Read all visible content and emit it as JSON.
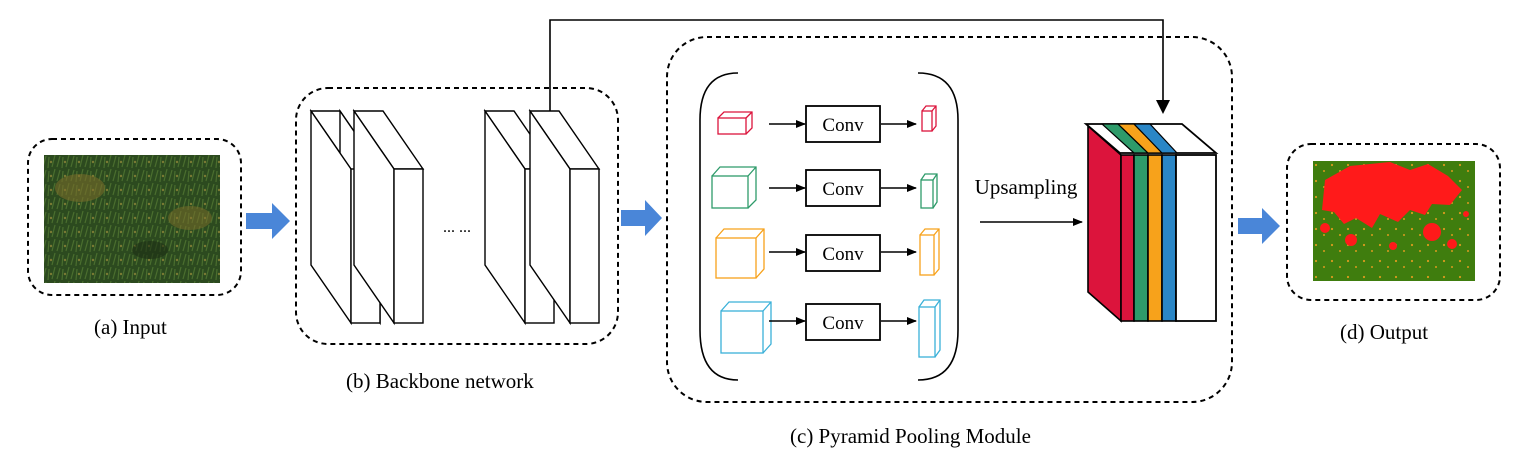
{
  "captions": {
    "input": "(a) Input",
    "backbone": "(b) Backbone network",
    "ppm": "(c) Pyramid Pooling Module",
    "output": "(d) Output"
  },
  "labels": {
    "conv": "Conv",
    "upsampling": "Upsampling",
    "ellipsis": "... ..."
  },
  "colors": {
    "arrow_blue": "#4a86d8",
    "red": "#dc143c",
    "green": "#2e9b6a",
    "orange": "#f7a21b",
    "blue": "#2a86c6",
    "input_grass": "#2f4a22",
    "output_bg": "#3f7d0e",
    "output_seg": "#ff1a1a"
  },
  "pyramid_levels": [
    {
      "name": "level-1",
      "color": "#dc143c"
    },
    {
      "name": "level-2",
      "color": "#2e9b6a"
    },
    {
      "name": "level-3",
      "color": "#f7a21b"
    },
    {
      "name": "level-4",
      "color": "#3ab0d8"
    }
  ]
}
